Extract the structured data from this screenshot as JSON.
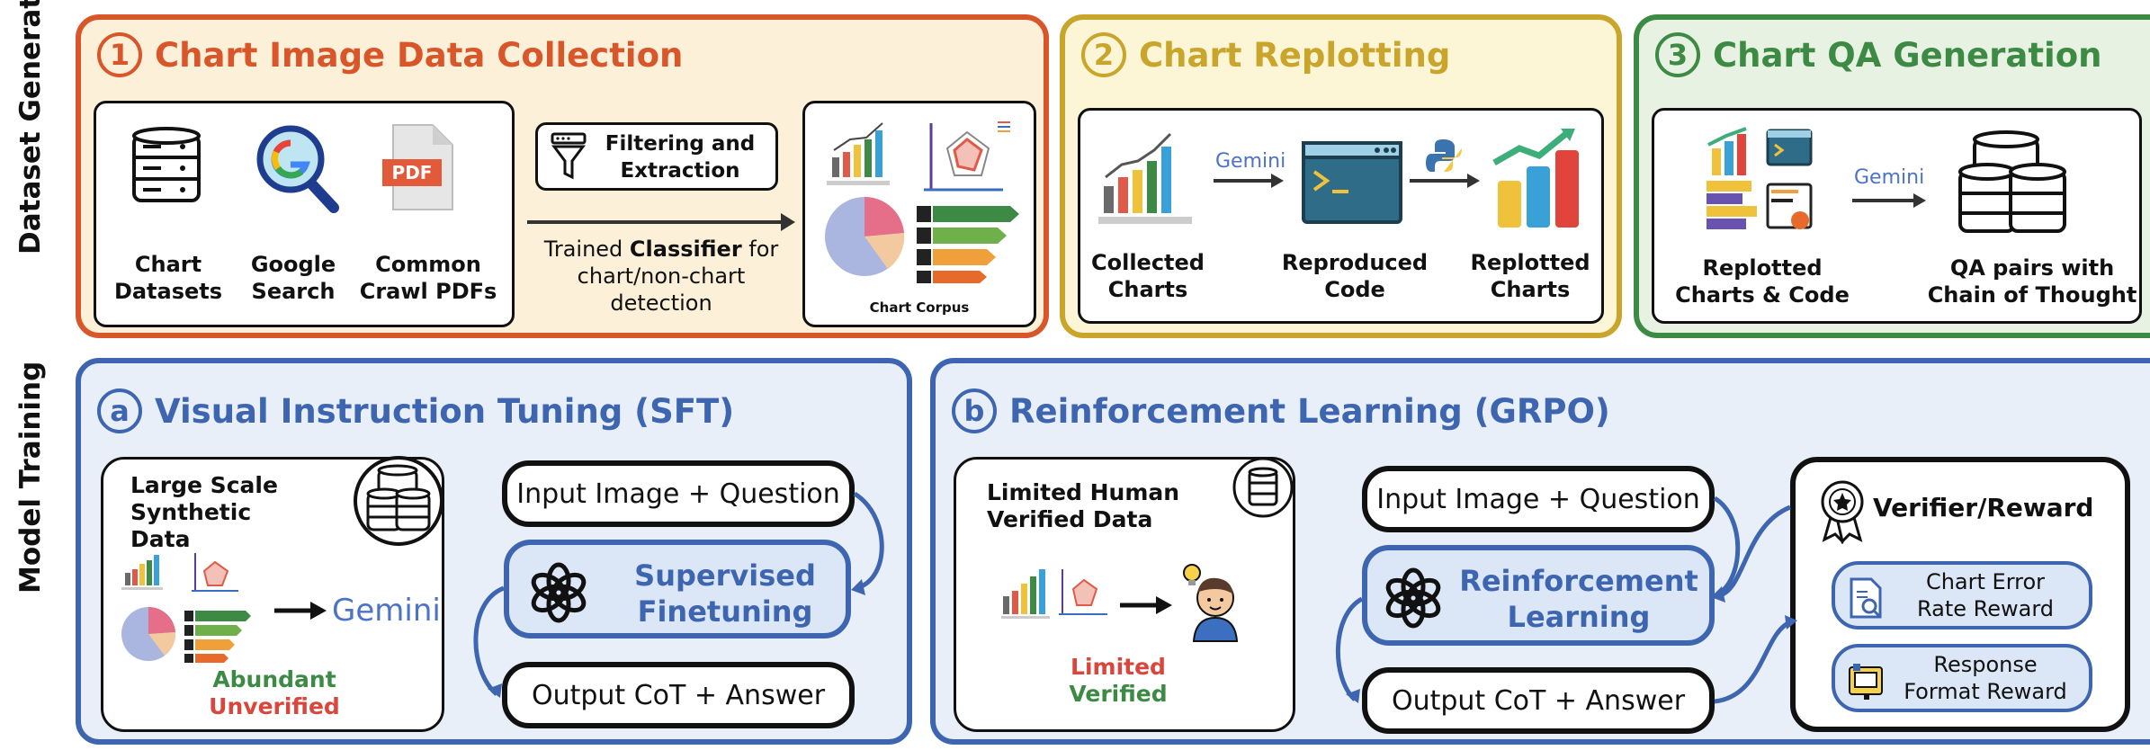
{
  "side_labels": {
    "dataset_generation": "Dataset Generation",
    "model_training": "Model Training"
  },
  "colors": {
    "panel1_border": "#d9562b",
    "panel1_bg": "#fdf0d8",
    "panel2_border": "#c9a52c",
    "panel2_bg": "#fcf5d6",
    "panel3_border": "#3d8a45",
    "panel3_bg": "#e7f2e3",
    "panel_blue_border": "#3e66b0",
    "panel_blue_bg": "#e9eff9",
    "abundant_green": "#3d8a45",
    "unverified_red": "#d9463b"
  },
  "panel1": {
    "number": "1",
    "title": "Chart Image Data Collection",
    "sources": [
      {
        "icon": "database-icon",
        "label_line1": "Chart",
        "label_line2": "Datasets"
      },
      {
        "icon": "google-search-icon",
        "label_line1": "Google",
        "label_line2": "Search"
      },
      {
        "icon": "pdf-icon",
        "label_line1": "Common",
        "label_line2": "Crawl PDFs"
      }
    ],
    "filter_label_line1": "Filtering and",
    "filter_label_line2": "Extraction",
    "classifier_pre": "Trained ",
    "classifier_bold": "Classifier",
    "classifier_post": " for",
    "classifier_line2": "chart/non-chart",
    "classifier_line3": "detection",
    "corpus_label": "Chart Corpus"
  },
  "panel2": {
    "number": "2",
    "title": "Chart Replotting",
    "gemini": "Gemini",
    "steps": [
      {
        "label_line1": "Collected",
        "label_line2": "Charts"
      },
      {
        "label_line1": "Reproduced",
        "label_line2": "Code"
      },
      {
        "label_line1": "Replotted",
        "label_line2": "Charts"
      }
    ]
  },
  "panel3": {
    "number": "3",
    "title": "Chart QA Generation",
    "gemini": "Gemini",
    "left_label_line1": "Replotted",
    "left_label_line2": "Charts & Code",
    "right_label_line1": "QA pairs with",
    "right_label_line2": "Chain of Thought"
  },
  "panel_a": {
    "letter": "a",
    "title": "Visual Instruction Tuning (SFT)",
    "data_title_line1": "Large Scale",
    "data_title_line2": "Synthetic Data",
    "gemini": "Gemini",
    "abundant": "Abundant",
    "unverified": "Unverified",
    "input_pill": "Input Image + Question",
    "model_line1": "Supervised",
    "model_line2": "Finetuning",
    "output_pill": "Output CoT + Answer"
  },
  "panel_b": {
    "letter": "b",
    "title": "Reinforcement Learning (GRPO)",
    "data_title_line1": "Limited Human",
    "data_title_line2": "Verified Data",
    "limited": "Limited",
    "verified": "Verified",
    "input_pill": "Input Image + Question",
    "model_line1": "Reinforcement",
    "model_line2": "Learning",
    "output_pill": "Output CoT + Answer",
    "verifier_title": "Verifier/Reward",
    "reward1_line1": "Chart Error",
    "reward1_line2": "Rate Reward",
    "reward2_line1": "Response",
    "reward2_line2": "Format Reward"
  }
}
